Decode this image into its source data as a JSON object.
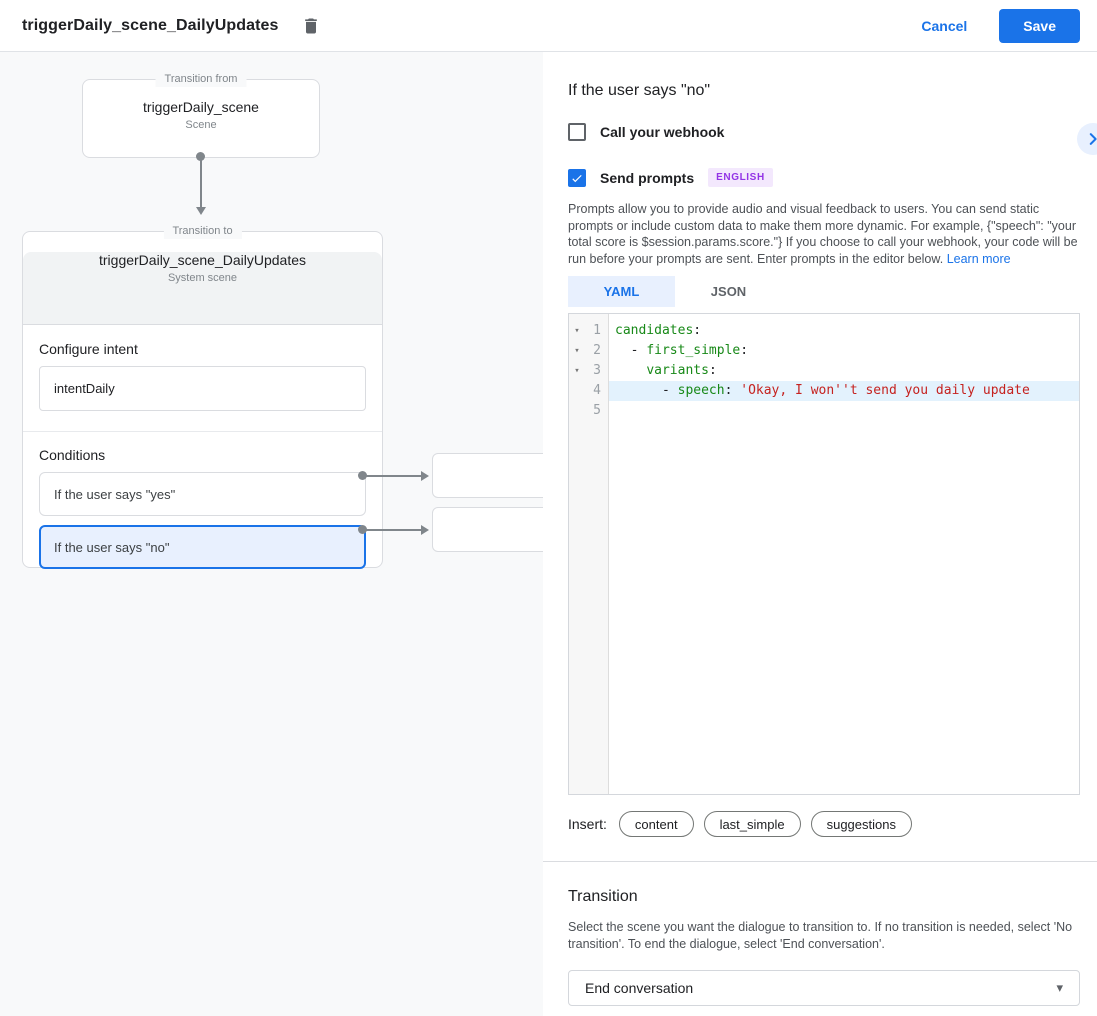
{
  "app": {
    "title": "triggerDaily_scene_DailyUpdates",
    "cancel": "Cancel",
    "save": "Save"
  },
  "canvas": {
    "from_box": {
      "legend": "Transition from",
      "title": "triggerDaily_scene",
      "subtitle": "Scene"
    },
    "to_card": {
      "legend": "Transition to",
      "title": "triggerDaily_scene_DailyUpdates",
      "subtitle": "System scene",
      "intent_label": "Configure intent",
      "intent_value": "intentDaily",
      "conditions_label": "Conditions",
      "condition_yes": "If the user says \"yes\"",
      "condition_no": "If the user says \"no\""
    }
  },
  "panel": {
    "title": "If the user says \"no\"",
    "webhook_label": "Call your webhook",
    "prompts_label": "Send prompts",
    "language_badge": "ENGLISH",
    "description": "Prompts allow you to provide audio and visual feedback to users. You can send static prompts or include custom data to make them more dynamic. For example, {\"speech\": \"your total score is $session.params.score.\"} If you choose to call your webhook, your code will be run before your prompts are sent. Enter prompts in the editor below.",
    "learn_more": "Learn more",
    "tab_yaml": "YAML",
    "tab_json": "JSON",
    "editor": {
      "numbers": [
        "1",
        "2",
        "3",
        "4",
        "5"
      ],
      "line1": {
        "key": "candidates",
        "punct": ":"
      },
      "line2": {
        "dash": "  - ",
        "key": "first_simple",
        "punct": ":"
      },
      "line3": {
        "indent": "    ",
        "key": "variants",
        "punct": ":"
      },
      "line4": {
        "dash": "      - ",
        "key": "speech",
        "punct": ": ",
        "string": "'Okay, I won''t send you daily update"
      }
    },
    "insert": {
      "label": "Insert:",
      "chips": [
        "content",
        "last_simple",
        "suggestions"
      ]
    },
    "transition": {
      "title": "Transition",
      "description": "Select the scene you want the dialogue to transition to. If no transition is needed, select 'No transition'. To end the dialogue, select 'End conversation'.",
      "selected": "End conversation"
    }
  },
  "icons": {
    "fold": "▾",
    "dropdown": "▾"
  },
  "colors": {
    "accent": "#1a73e8",
    "accent_light": "#e8f0fe",
    "canvas_bg": "#f8f9fa",
    "badge_fg": "#9334e6",
    "badge_bg": "#f3e8fd",
    "code_key": "#188918",
    "code_string": "#c5221f",
    "active_line": "#e3f2fd"
  }
}
